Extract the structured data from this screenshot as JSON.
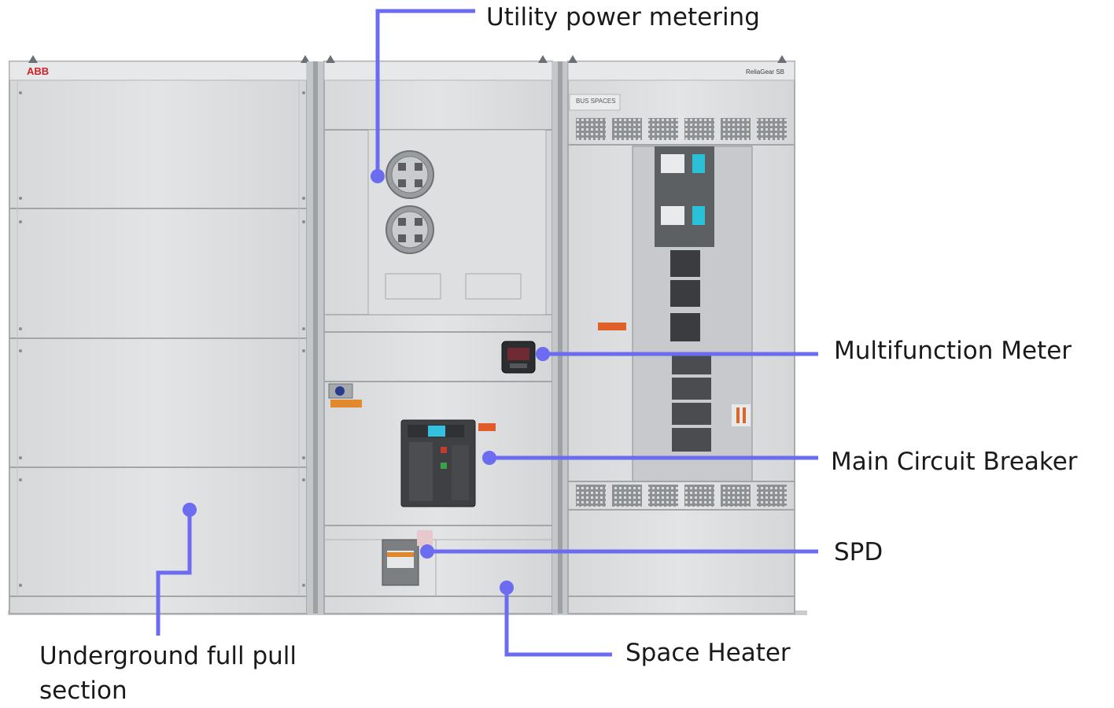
{
  "equipment": {
    "brand_logo": "ABB",
    "product_badge": "ReliaGear SB",
    "bus_spaces_label": "BUS SPACES"
  },
  "callouts": [
    {
      "id": "utility",
      "text": "Utility power metering"
    },
    {
      "id": "multi",
      "text": "Multifunction Meter"
    },
    {
      "id": "main",
      "text": "Main Circuit Breaker"
    },
    {
      "id": "spd",
      "text": "SPD"
    },
    {
      "id": "heater",
      "text": "Space Heater"
    },
    {
      "id": "under",
      "text": "Underground full pull section"
    }
  ],
  "colors": {
    "leader_line": "#6b6cf0",
    "cabinet_face": "#dfe1e3",
    "cabinet_edge": "#b9bcbf",
    "logo_red": "#d31f26"
  }
}
